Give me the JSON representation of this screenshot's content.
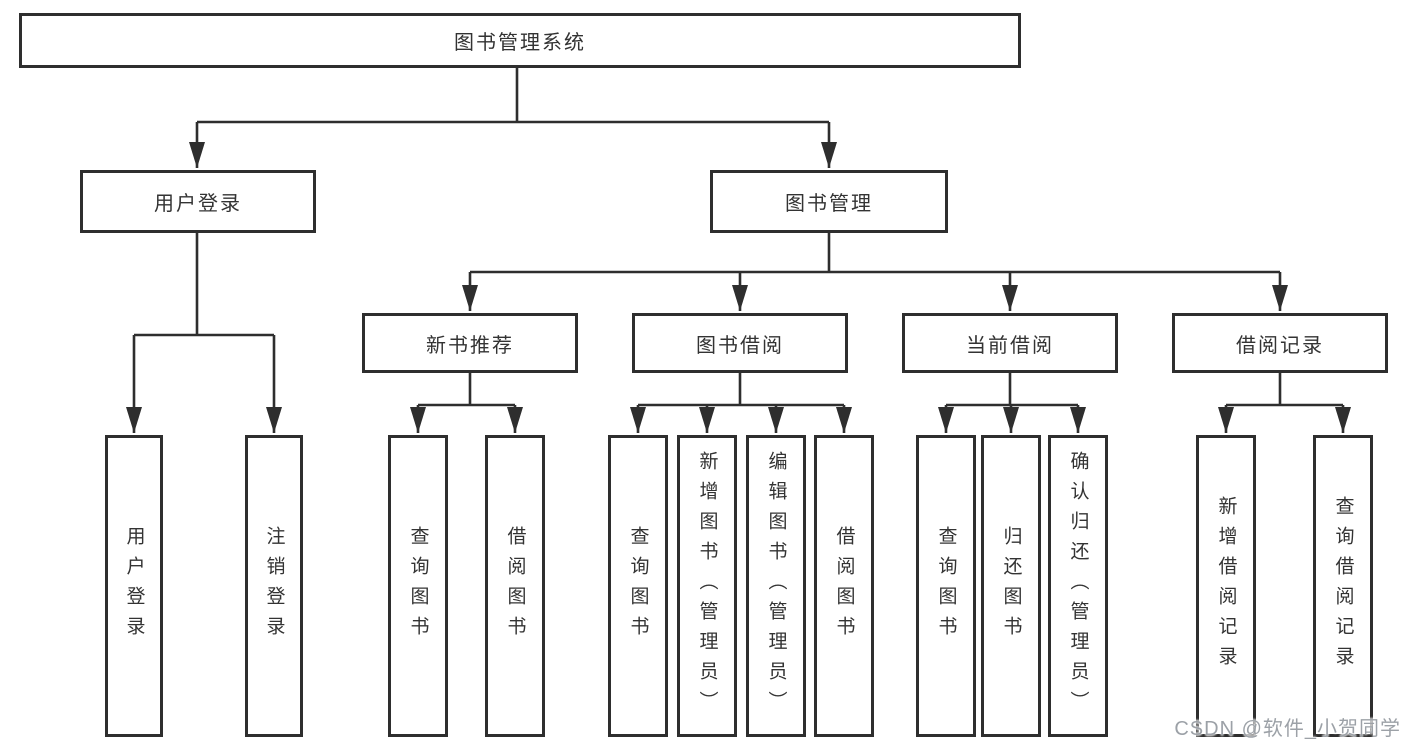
{
  "colors": {
    "background": "#ffffff",
    "box_border": "#2e2e2e",
    "connector_line": "#2e2e2e",
    "text": "#333333",
    "watermark": "#9ca1a7"
  },
  "watermark": {
    "text": "CSDN @软件_小贺同学"
  },
  "diagram": {
    "root": {
      "label": "图书管理系统"
    },
    "user_login": {
      "label": "用户登录",
      "children": {
        "login": {
          "label": "用户登录"
        },
        "logout": {
          "label": "注销登录"
        }
      }
    },
    "book_mgmt": {
      "label": "图书管理",
      "sections": {
        "new_book_rec": {
          "label": "新书推荐",
          "children": {
            "query_book": {
              "label": "查询图书"
            },
            "borrow_book": {
              "label": "借阅图书"
            }
          }
        },
        "book_borrow": {
          "label": "图书借阅",
          "children": {
            "query_book": {
              "label": "查询图书"
            },
            "add_book": {
              "label": "新增图书（管理员）"
            },
            "edit_book": {
              "label": "编辑图书（管理员）"
            },
            "borrow_book": {
              "label": "借阅图书"
            }
          }
        },
        "current_borrow": {
          "label": "当前借阅",
          "children": {
            "query_book": {
              "label": "查询图书"
            },
            "return_book": {
              "label": "归还图书"
            },
            "confirm_return": {
              "label": "确认归还（管理员）"
            }
          }
        },
        "borrow_records": {
          "label": "借阅记录",
          "children": {
            "add_record": {
              "label": "新增借阅记录"
            },
            "query_record": {
              "label": "查询借阅记录"
            }
          }
        }
      }
    }
  }
}
